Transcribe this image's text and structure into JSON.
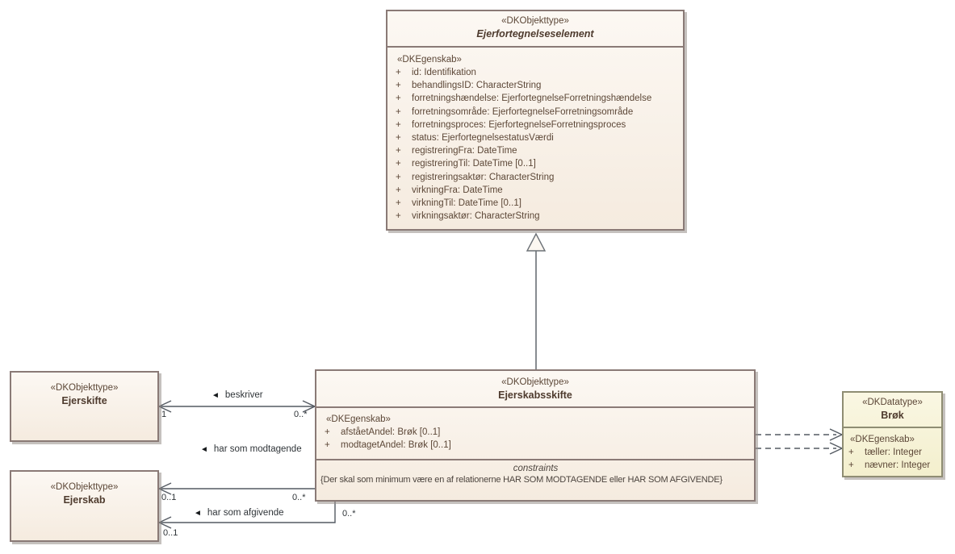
{
  "colors": {
    "class_fill_top": "#FCF8F3",
    "class_fill_bottom": "#F5EBDF",
    "class_border": "#8A7A76",
    "datatype_fill_top": "#FAF7E3",
    "datatype_fill_bottom": "#F3EFCD",
    "datatype_border": "#8F8D73",
    "connector_line": "#545A62",
    "text": "#5C4737"
  },
  "classes": {
    "ejerfortegnelseselement": {
      "stereotype": "«DKObjekttype»",
      "name": "Ejerfortegnelseselement",
      "attr_header": "«DKEgenskab»",
      "attributes": [
        {
          "vis": "+",
          "text": "id: Identifikation"
        },
        {
          "vis": "+",
          "text": "behandlingsID: CharacterString"
        },
        {
          "vis": "+",
          "text": "forretningshændelse: EjerfortegnelseForretningshændelse"
        },
        {
          "vis": "+",
          "text": "forretningsområde: EjerfortegnelseForretningsområde"
        },
        {
          "vis": "+",
          "text": "forretningsproces: EjerfortegnelseForretningsproces"
        },
        {
          "vis": "+",
          "text": "status: EjerfortegnelsestatusVærdi"
        },
        {
          "vis": "+",
          "text": "registreringFra: DateTime"
        },
        {
          "vis": "+",
          "text": "registreringTil: DateTime [0..1]"
        },
        {
          "vis": "+",
          "text": "registreringsaktør: CharacterString"
        },
        {
          "vis": "+",
          "text": "virkningFra: DateTime"
        },
        {
          "vis": "+",
          "text": "virkningTil: DateTime [0..1]"
        },
        {
          "vis": "+",
          "text": "virkningsaktør: CharacterString"
        }
      ]
    },
    "ejerskabsskifte": {
      "stereotype": "«DKObjekttype»",
      "name": "Ejerskabsskifte",
      "attr_header": "«DKEgenskab»",
      "attributes": [
        {
          "vis": "+",
          "text": "afståetAndel: Brøk [0..1]"
        },
        {
          "vis": "+",
          "text": "modtagetAndel: Brøk [0..1]"
        }
      ],
      "constraints_title": "constraints",
      "constraints_text": "{Der skal som minimum være en af relationerne HAR SOM MODTAGENDE eller HAR SOM AFGIVENDE}"
    },
    "ejerskifte": {
      "stereotype": "«DKObjekttype»",
      "name": "Ejerskifte"
    },
    "ejerskab": {
      "stereotype": "«DKObjekttype»",
      "name": "Ejerskab"
    },
    "broek": {
      "stereotype": "«DKDatatype»",
      "name": "Brøk",
      "attr_header": "«DKEgenskab»",
      "attributes": [
        {
          "vis": "+",
          "text": "tæller: Integer"
        },
        {
          "vis": "+",
          "text": "nævner: Integer"
        }
      ]
    }
  },
  "relations": {
    "beskriver": {
      "marker": "◄",
      "text": "beskriver",
      "mult_source": "1",
      "mult_target": "0..*"
    },
    "har_som_modtagende": {
      "marker": "◄",
      "text": "har som modtagende",
      "mult_source": "0..1",
      "mult_target": "0..*"
    },
    "har_som_afgivende": {
      "marker": "◄",
      "text": "har som afgivende",
      "mult_source": "0..1",
      "mult_target": "0..*"
    }
  }
}
